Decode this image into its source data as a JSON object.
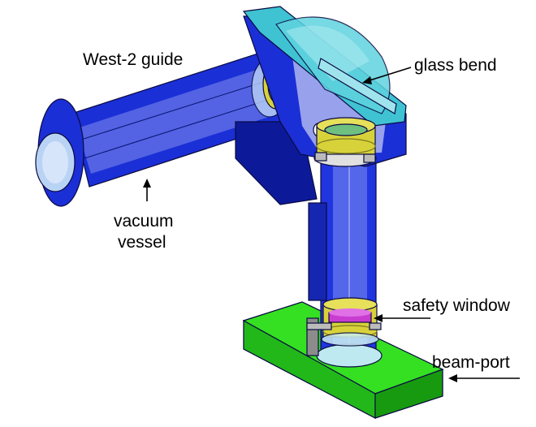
{
  "labels": {
    "west2_guide": "West-2 guide",
    "glass_bend": "glass bend",
    "vacuum_vessel_line1": "vacuum",
    "vacuum_vessel_line2": "vessel",
    "safety_window": "safety window",
    "beam_port": "beam-port"
  },
  "colors": {
    "vessel_blue": "#1b2fd6",
    "vessel_dark": "#0c1a9a",
    "glass_cyan": "#5fd3df",
    "base_green": "#2fdc1f",
    "ring_yellow": "#d8d23a",
    "window_magenta": "#c83cd0"
  }
}
